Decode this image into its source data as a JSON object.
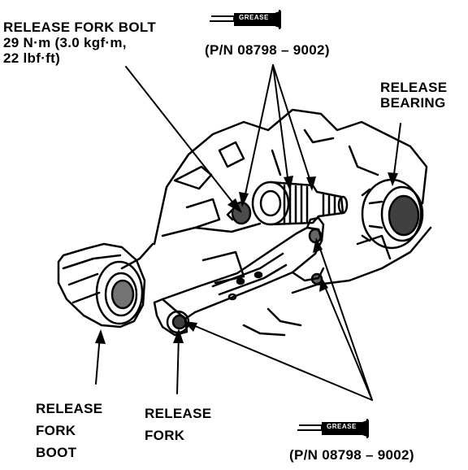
{
  "labels": {
    "fork_bolt": {
      "line1": "RELEASE FORK BOLT",
      "line2": "29 N·m (3.0 kgf·m,",
      "line3": "22 lbf·ft)"
    },
    "top_part_number": "(P/N 08798 – 9002)",
    "release_bearing": {
      "line1": "RELEASE",
      "line2": "BEARING"
    },
    "release_fork_boot": {
      "line1": "RELEASE",
      "line2": "FORK",
      "line3": "BOOT"
    },
    "release_fork": {
      "line1": "RELEASE",
      "line2": "FORK"
    },
    "bottom_part_number": "(P/N 08798 – 9002)"
  },
  "grease_tag_text": "GREASE",
  "icons": [
    "grease-tube-icon"
  ]
}
